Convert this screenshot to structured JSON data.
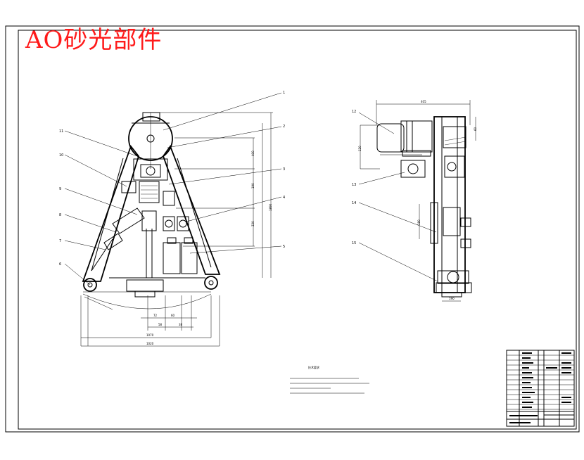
{
  "header": {
    "title": "AO砂光部件"
  },
  "front_view": {
    "callouts": [
      "1",
      "2",
      "3",
      "4",
      "5",
      "6",
      "7",
      "8",
      "9",
      "10",
      "11"
    ]
  },
  "side_view": {
    "callouts": [
      "12",
      "13",
      "14",
      "15"
    ]
  },
  "tech_notes": {
    "heading": "技术要求"
  },
  "colors": {
    "title": "#ff1a1a",
    "line": "#000000",
    "background": "#ffffff"
  }
}
